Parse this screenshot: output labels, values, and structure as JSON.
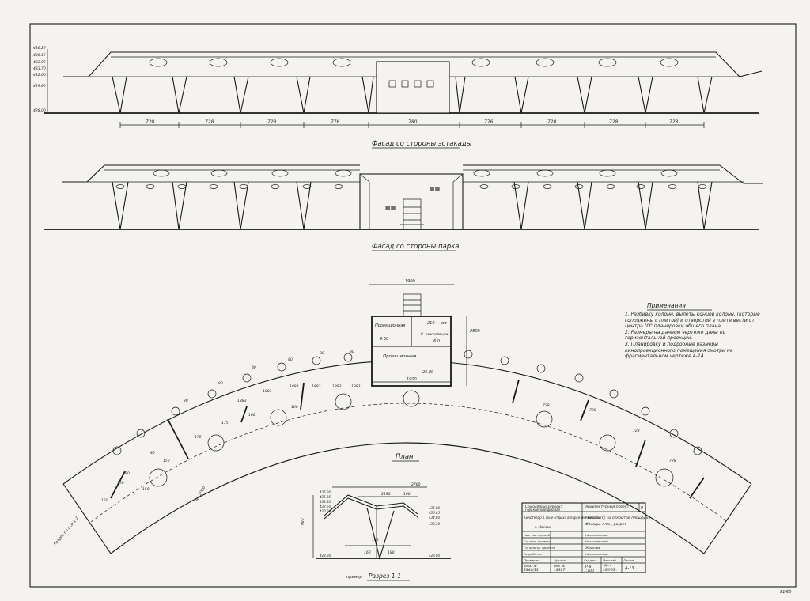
{
  "facade_top": {
    "title": "Фасад со стороны эстакады",
    "dims": [
      "728",
      "728",
      "728",
      "776",
      "780",
      "776",
      "728",
      "728",
      "723"
    ],
    "levels": [
      "436.25",
      "436.15",
      "433.95",
      "433.70",
      "432.60",
      "429.90",
      "428.00"
    ]
  },
  "facade_bottom": {
    "title": "Фасад со стороны парка"
  },
  "plan": {
    "title": "План",
    "room_projection": "Проекционная",
    "room_projection_area": "9.60",
    "room_wc": "wc",
    "room_wc_area": "210",
    "room_storage": "К. вентиляции",
    "room_storage_area": "6.0",
    "room_screening": "Проекционная",
    "room_screening_area": "26.00",
    "dim_top": "1900",
    "dim_side": "2800",
    "dim_bottom": "1900",
    "label_axis": "Разрез по оси 1-1",
    "label_radius": "R=2000",
    "ring_dims": [
      "80",
      "80",
      "80",
      "80",
      "80",
      "80",
      "80",
      "80"
    ],
    "arc_dims": [
      "1883",
      "1883",
      "1883",
      "1883",
      "1883",
      "1883",
      "728",
      "728",
      "728",
      "728"
    ],
    "pole_dims": [
      "150",
      "150",
      "175",
      "175",
      "160",
      "160",
      "150",
      "150"
    ]
  },
  "notes": {
    "title": "Примечания",
    "items": [
      "1. Разбивку колонн, вылеты концов колонн, (которые сопряжены с плитой) и отверстий в плите вести от центра \"О\" планировки общего плана.",
      "2. Размеры на данном чертеже даны по горизонтальной проекции.",
      "3. Планировку и подробные размеры кинопроекционного помещения смотри на фрагментальном чертеже А-14."
    ]
  },
  "section": {
    "title": "Разрез 1-1",
    "prefix": "пример",
    "dims": [
      "2760",
      "2190",
      "160",
      "980",
      "180",
      "160",
      "180"
    ],
    "levels": [
      "436.00",
      "435.35",
      "433.30",
      "432.60",
      "430.00",
      "428.00",
      "436.00",
      "436.05",
      "434.80",
      "433.30",
      "428.00"
    ]
  },
  "title_block": {
    "org": "Союзсельхозпроект",
    "org2": "Горьковский филиал",
    "project": "Кинотеатр в зоне отдыха в парке им. Кирова",
    "project_city": "г. Москва",
    "stage": "Архитектурный проект",
    "stage_code": "Р",
    "sheet_title": "Кинотеатр на открытой площадке",
    "sheet_title2": "Фасады, план, разрез",
    "roles": [
      {
        "role": "Нач. мастерской",
        "name": "Николаевский"
      },
      {
        "role": "Гл. инж. проекта",
        "name": "Николаевский"
      },
      {
        "role": "Гл. констр. проекта",
        "name": "Жидкова"
      },
      {
        "role": "Разработал",
        "name": "Николаевский"
      },
      {
        "role": "Проверил",
        "name": "Лукина"
      }
    ],
    "order_label": "Заказ №",
    "order_no": "2840/13",
    "inv_label": "Инв. №",
    "inv_no": "18387",
    "stage_label": "Стадия",
    "stage_val": "Р-В",
    "scale_label": "Масштаб",
    "scale_val": "1:100",
    "date_label": "Дата",
    "date_val": "16/II-53г.",
    "sheet_label": "Листов",
    "sheet_no": "А-13"
  },
  "stamp_corner": "81/60"
}
